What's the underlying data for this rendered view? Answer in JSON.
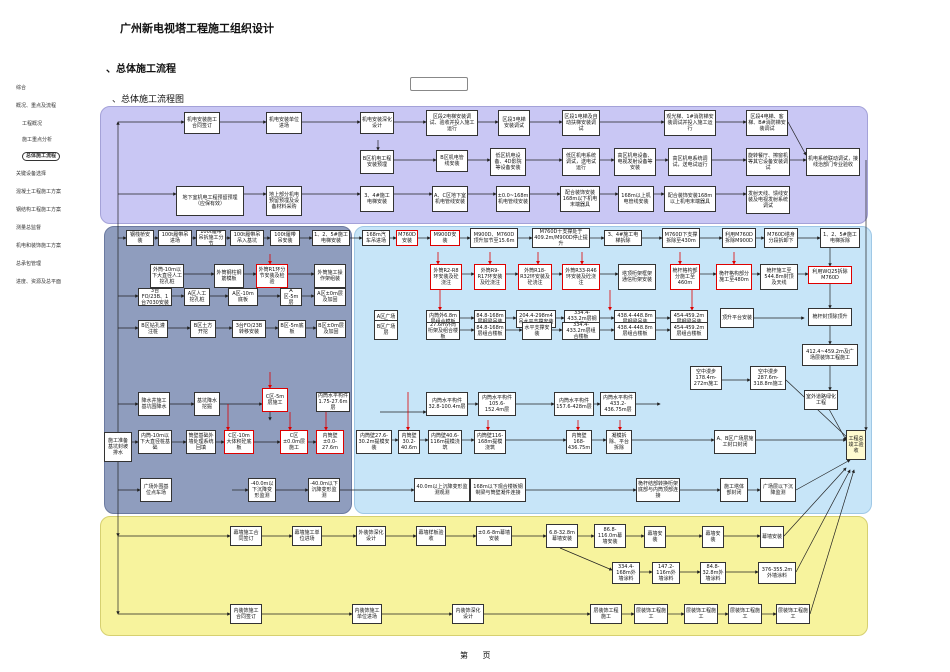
{
  "doc_title": "广州新电视塔工程施工组织设计",
  "section_title": "、总体施工流程",
  "sub_title": "、总体施工流程图",
  "footer": "第 页",
  "toc": [
    {
      "label": "综合",
      "level": 0
    },
    {
      "label": "概况、重点及流程",
      "level": 0
    },
    {
      "label": "工程概况",
      "level": 1
    },
    {
      "label": "施工重点分析",
      "level": 1
    },
    {
      "label": "总体施工流程",
      "level": 1,
      "active": true
    },
    {
      "label": "关键设备选择",
      "level": 0
    },
    {
      "label": "混凝土工程施工方案",
      "level": 0
    },
    {
      "label": "钢结构工程施工方案",
      "level": 0
    },
    {
      "label": "测量总监督",
      "level": 0
    },
    {
      "label": "机电和装饰施工方案",
      "level": 0
    },
    {
      "label": "总承包管理",
      "level": 0
    },
    {
      "label": "进度、资源及总平面",
      "level": 0
    }
  ],
  "nodes": {
    "t1": "机电安装施工合同签订",
    "t2": "机电安装单位进场",
    "t3": "机电安装深化设计",
    "t4": "区段2电梯安装调试、验收并投入施工运行",
    "t5": "区段3电梯安装调试",
    "t6": "区段1电梯及自动扶梯安装调试",
    "t7": "观光梯、1#消防梯安装调试并投入施工运行",
    "t8": "区段4电梯、客梯、B#消防梯安装调试",
    "t9": "B区机电工程安装预埋",
    "t10": "B区机电管线安装",
    "t11": "低区机电设备、4D影院等设备安装",
    "t12": "低区机电系统调试，送电试运行",
    "t13": "高区机电设备、电视发射设备等安装",
    "t14": "高区机电系统调试，送电试运行",
    "t15": "旋转餐厅、擦窗机等其它设备安装调试",
    "t16": "机电系统联动调试，接线治部门专业验收",
    "t17": "地下室机电工程预留预埋（应保有效）",
    "t18": "地上部分机电预留预埋及设备材料采购",
    "t19": "3、4#施工电梯安装",
    "t20": "A、C区地下室机电管线安装",
    "t21": "±0.0~168m机电管线安装",
    "t22": "配合装饰安装168m以下机电末端器具",
    "t23": "168m以上机电管线安装",
    "t24": "配合装饰安装168m以上机电末端器具",
    "t25": "发射天线、馈线安装及电视发射系统调试",
    "l1": "钢栈桥安装",
    "l2": "100t履带吊进场",
    "l3": "100t履带吊拆施工分节",
    "l4": "100t履带吊吊入基坑",
    "l5": "100t履带吊安装",
    "l6": "外筒-10m以下大直径人工挖孔桩",
    "l7": "外筒钢柱钢筋模板",
    "l8": "外筒R1环分节安装及检验",
    "l9": "外筒施工操作架组装",
    "l10": "3台FO/23B、1台7030安装",
    "l11": "A区人工挖孔桩",
    "l12": "A区-10m底板",
    "l13": "A区-5m层",
    "l14": "A区±0m层及加固",
    "l15": "B区钻孔灌注桩",
    "l16": "B区土方开挖",
    "l17": "3台FO/23B转移安装",
    "l18": "B区-5m底板",
    "l19": "B区±0m层及加固",
    "l20": "降水井施工基坑围降水",
    "l21": "基坑降水挖掘",
    "l22": "C区-5m层施工",
    "l23": "C区±0.0m层施工",
    "l24": "内筒-10m以下大直径桩基础",
    "l25": "筒壁基础外墙处理系统回填",
    "l26": "C区-10m大体积砼底板",
    "l27": "广场外围基位点车场",
    "l28": "-40.0m以下沉降变形监测",
    "l29": "施工准备基坑封坡排水",
    "m1": "1、2、5#施工电梯安装",
    "m2": "168m汽车吊进场",
    "m3": "M760D安装",
    "m4": "M900D安装",
    "m5": "M900D、M760D顶升加节至15.6m",
    "m6": "M760D十支撑处于409.2m/M900D停止提升",
    "m7": "3、4#施工电梯拆除",
    "m8": "M760D下支撑拆除至430m",
    "m9": "利用M760D拆除M900D",
    "m10": "M760D塔身分段拆卸下",
    "m11": "1、2、5#施工电梯拆除",
    "m12": "外筒R2-R8环安装及砼浇注",
    "m13": "外筒R9-R17环安装及砼浇注",
    "m14": "外筒R18-R32环安装及砼浇注",
    "m15": "外筒R33-R46环安装及砼浇注",
    "m16": "塔顶桁架框架通信桁架安装",
    "m17": "桅杆格构部分施工至460m",
    "m18": "桅杆格构部分施工至480m",
    "m19": "桅杆施工至544.8m封顶及天线",
    "m20": "利用WQ25拆除M760D",
    "m21": "内筒外6.8m层组合模板",
    "m22": "84.8-168m层钢梁吊装",
    "m23": "204.4-298m4吊水平支撑安装",
    "m24": "334.4-433.2m层钢梁吊装",
    "m25": "438.4-448.8m层钢梁吊装",
    "m26": "454-459.2m层钢梁吊装",
    "m27": "顶升平台安装",
    "m28": "桅杆封顶除顶升",
    "m29": "A区广场层",
    "m30": "27.6m外筒桁架及组合楼板",
    "m31": "84.8-168m层组合楼板",
    "m32": "水平支撑安装",
    "m33": "334.4-433.2m层组合楼板",
    "m34": "438.4-448.8m层组合楼板",
    "m35": "454-459.2m层组合楼板",
    "m36": "B区广场层",
    "m37": "412.4~459.2m及广场层装饰工程施工",
    "m38": "内筒水平构件1.75-27.6m层",
    "m39": "内筒水平构件32.8-100.4m层",
    "m40": "内筒水平构件105.6-152.4m层",
    "m41": "内筒水平构件157.6-428m层",
    "m42": "内筒水平构件433.2-436.75m层",
    "m43": "空中漫步178.4m-272m施工",
    "m44": "空中漫步287.6m-318.8m施工",
    "m45": "室外道路绿化工程",
    "m46": "内筒壁±0.0-27.6m",
    "m47": "内筒壁27.6-30.2m提模安装",
    "m48": "内筒壁30.2-40.6m",
    "m49": "内筒壁40.6-116m提模浇筑",
    "m50": "内筒壁116-168m提模浇筑",
    "m51": "内筒壁168-436.75m",
    "m52": "凝模拆除、平台拆除",
    "m53": "A、B区广场层施工封口封闭",
    "m54": "工程总竣工验收",
    "m55": "40.0m以上沉降变形监测观测",
    "m56": "168m以下观合楼板钢制梁与筒壁凝件连接",
    "m57": "桅杆结部转换桁架底部与内筒顶部连接",
    "m58": "施工塔体部封闭",
    "m59": "广场层以下沉降监测",
    "b1": "幕墙施工合同签订",
    "b2": "幕墙施工单位进场",
    "b3": "外装饰深化设计",
    "b4": "幕墙样板验收",
    "b5": "±0.6-8m幕墙安装",
    "b6": "6.8-32.8m幕墙安装",
    "b7": "86.8-116.0m幕墙安装",
    "b8": "幕墙安装",
    "b9": "幕墙安装",
    "b10": "幕墙安装",
    "b11": "334.4-168m外墙涂料",
    "b12": "147.2-116m外墙涂料",
    "b13": "84.8-32.8m外墙涂料",
    "b14": "376-355.2m外墙涂料",
    "b15": "内装饰施工合同签订",
    "b16": "内装饰施工单位进场",
    "b17": "内装饰深化设计",
    "b18": "层装饰工程施工",
    "b19": "层装饰工程施工",
    "b20": "层装饰工程施工",
    "b21": "层装饰工程施工",
    "b22": "层装饰工程施工"
  }
}
